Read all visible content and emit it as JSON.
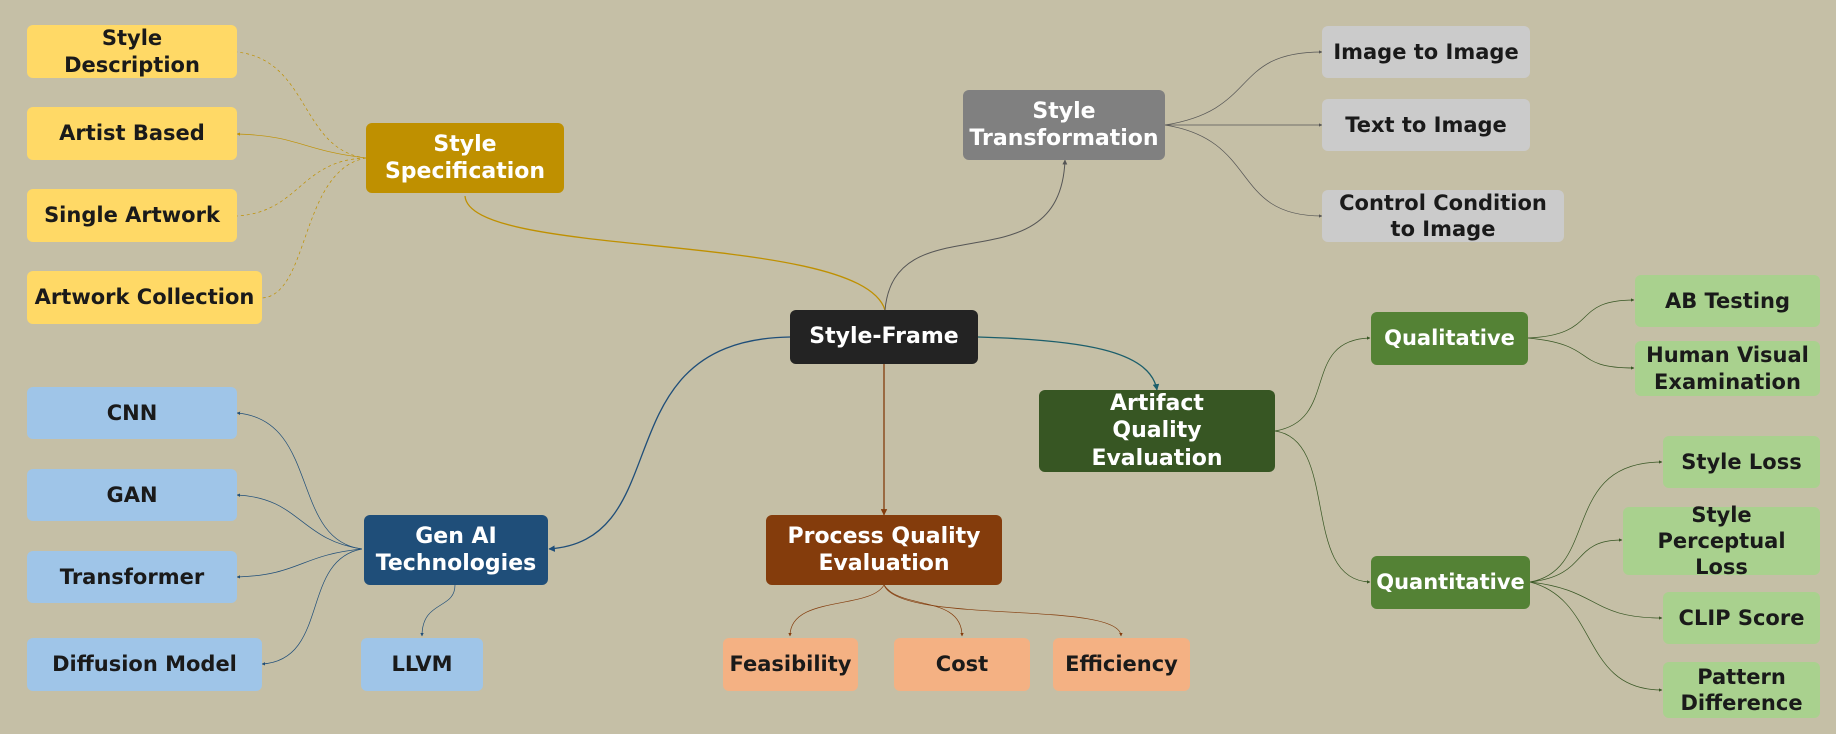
{
  "colors": {
    "background": "#c5bfa6",
    "hub": "#232323",
    "style_specification": "#bf9000",
    "style_specification_leaf": "#ffd966",
    "style_transformation": "#808080",
    "style_transformation_leaf": "#cbcbcb",
    "gen_ai": "#1f4e79",
    "gen_ai_leaf": "#9fc5e8",
    "process_quality": "#843c0c",
    "process_quality_leaf": "#f4b183",
    "artifact_quality": "#375623",
    "artifact_quality_mid": "#548235",
    "artifact_quality_leaf": "#a9d18e"
  },
  "hub": "Style-Frame",
  "style_specification": {
    "label": "Style\nSpecification",
    "items": [
      "Style Description",
      "Artist Based",
      "Single Artwork",
      "Artwork Collection"
    ]
  },
  "style_transformation": {
    "label": "Style\nTransformation",
    "items": [
      "Image to Image",
      "Text to Image",
      "Control Condition\nto Image"
    ]
  },
  "gen_ai": {
    "label": "Gen AI\nTechnologies",
    "items": [
      "CNN",
      "GAN",
      "Transformer",
      "Diffusion Model",
      "LLVM"
    ]
  },
  "process_quality": {
    "label": "Process Quality\nEvaluation",
    "items": [
      "Feasibility",
      "Cost",
      "Efficiency"
    ]
  },
  "artifact_quality": {
    "label": "Artifact\nQuality Evaluation",
    "qualitative": {
      "label": "Qualitative",
      "items": [
        "AB Testing",
        "Human Visual\nExamination"
      ]
    },
    "quantitative": {
      "label": "Quantitative",
      "items": [
        "Style Loss",
        "Style\nPerceptual Loss",
        "CLIP Score",
        "Pattern\nDifference"
      ]
    }
  }
}
